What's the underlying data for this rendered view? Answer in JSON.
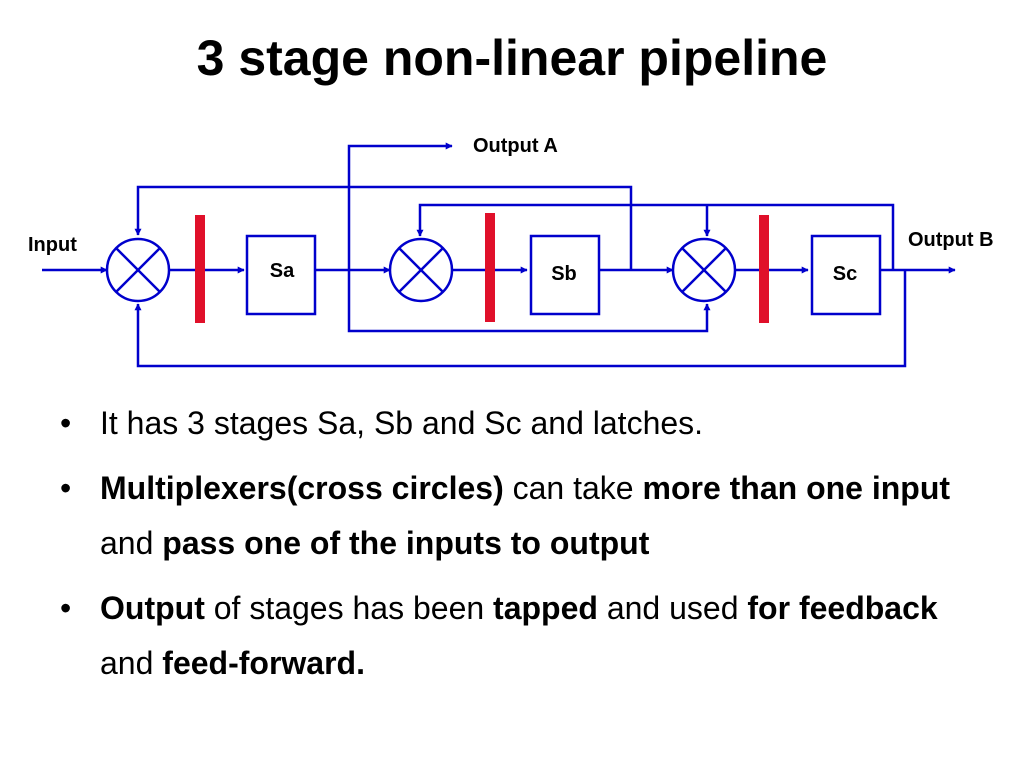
{
  "title": "3 stage non-linear pipeline",
  "diagram": {
    "labels": {
      "input": "Input",
      "output_a": "Output A",
      "output_b": "Output B"
    },
    "stages": [
      "Sa",
      "Sb",
      "Sc"
    ],
    "colors": {
      "wire": "#0000cc",
      "latch": "#e0102a",
      "stage_border": "#0000cc",
      "text": "#000000"
    }
  },
  "bullets": [
    [
      {
        "text": "It has 3 stages Sa, Sb and Sc and latches.",
        "bold": false
      }
    ],
    [
      {
        "text": "Multiplexers(cross circles)",
        "bold": true
      },
      {
        "text": " can take ",
        "bold": false
      },
      {
        "text": "more than one input",
        "bold": true
      },
      {
        "text": "  and ",
        "bold": false
      },
      {
        "text": "pass one of the inputs to output",
        "bold": true
      }
    ],
    [
      {
        "text": "Output",
        "bold": true
      },
      {
        "text": " of stages has been ",
        "bold": false
      },
      {
        "text": "tapped",
        "bold": true
      },
      {
        "text": " and used ",
        "bold": false
      },
      {
        "text": "for feedback",
        "bold": true
      },
      {
        "text": " and ",
        "bold": false
      },
      {
        "text": "feed-forward.",
        "bold": true
      }
    ]
  ]
}
